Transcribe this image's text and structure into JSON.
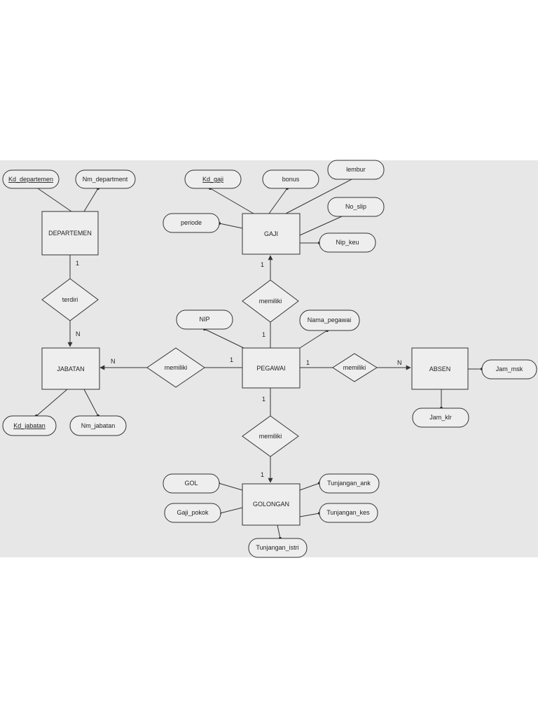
{
  "colors": {
    "panel": "#e7e7e7",
    "fill": "#eeeeee",
    "stroke": "#333333",
    "text": "#222222"
  },
  "entities": {
    "departemen": "DEPARTEMEN",
    "jabatan": "JABATAN",
    "gaji": "GAJI",
    "pegawai": "PEGAWAI",
    "absen": "ABSEN",
    "golongan": "GOLONGAN"
  },
  "relationships": {
    "terdiri": "terdiri",
    "memiliki_jabatan": "memiliki",
    "memiliki_gaji": "memiliki",
    "memiliki_absen": "memiliki",
    "memiliki_golongan": "memiliki"
  },
  "attributes": {
    "kd_departemen": "Kd_departemen",
    "nm_department": "Nm_department",
    "kd_gaji": "Kd_gaji",
    "bonus": "bonus",
    "lembur": "lembur",
    "periode": "periode",
    "no_slip": "No_slip",
    "nip_keu": "Nip_keu",
    "nip": "NIP",
    "nama_pegawai": "Nama_pegawai",
    "kd_jabatan": "Kd_jabatan",
    "nm_jabatan": "Nm_jabatan",
    "jam_msk": "Jam_msk",
    "jam_klr": "Jam_klr",
    "gol": "GOL",
    "gaji_pokok": "Gaji_pokok",
    "tunjangan_ank": "Tunjangan_ank",
    "tunjangan_kes": "Tunjangan_kes",
    "tunjangan_istri": "Tunjangan_istri"
  },
  "cardinalities": {
    "dep_terdiri": "1",
    "terdiri_jab": "N",
    "memiliki_jab": "N",
    "peg_jab": "1",
    "gaji_memiliki": "1",
    "peg_gaji": "1",
    "peg_absen": "1",
    "memiliki_absen": "N",
    "peg_gol": "1",
    "memiliki_gol": "1"
  }
}
